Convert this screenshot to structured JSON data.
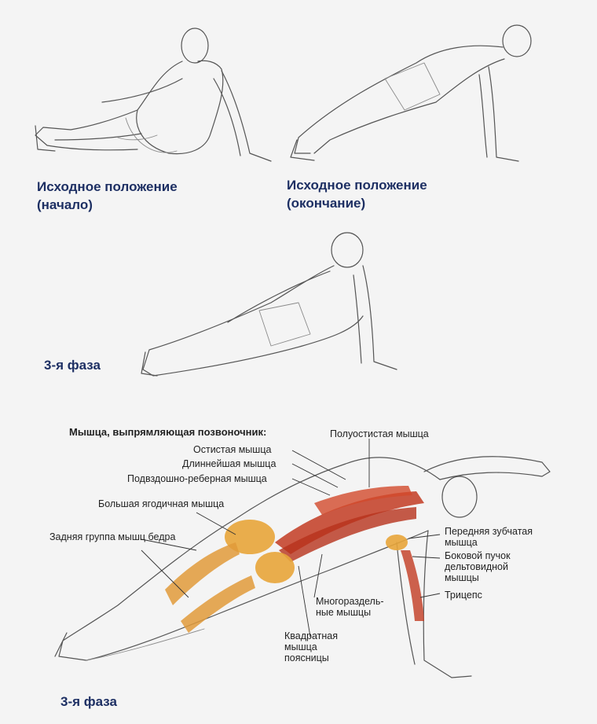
{
  "phases": {
    "start_caption_line1": "Исходное положение",
    "start_caption_line2": "(начало)",
    "end_caption_line1": "Исходное положение",
    "end_caption_line2": "(окончание)",
    "phase3_caption_top": "3-я фаза",
    "phase3_caption_bottom": "3-я фаза"
  },
  "anatomy": {
    "group_title": "Мышца, выпрямляющая позвоночник:",
    "labels": {
      "spinalis": "Остистая мышца",
      "longissimus": "Длиннейшая мышца",
      "iliocostalis": "Подвздошно-реберная мышца",
      "semispinalis": "Полуостистая мышца",
      "gluteus_maximus": "Большая ягодичная мышца",
      "hamstrings": "Задняя группа мышц бедра",
      "serratus_line1": "Передняя зубчатая",
      "serratus_line2": "мышца",
      "deltoid_line1": "Боковой пучок",
      "deltoid_line2": "дельтовидной",
      "deltoid_line3": "мышцы",
      "triceps": "Трицепс",
      "multifidus_line1": "Многораздель-",
      "multifidus_line2": "ные мышцы",
      "quadratus_line1": "Квадратная",
      "quadratus_line2": "мышца",
      "quadratus_line3": "поясницы"
    }
  },
  "colors": {
    "caption": "#1d2f63",
    "muscle_red": "#c23b22",
    "muscle_orange": "#e8a53a",
    "outline": "#555555"
  }
}
